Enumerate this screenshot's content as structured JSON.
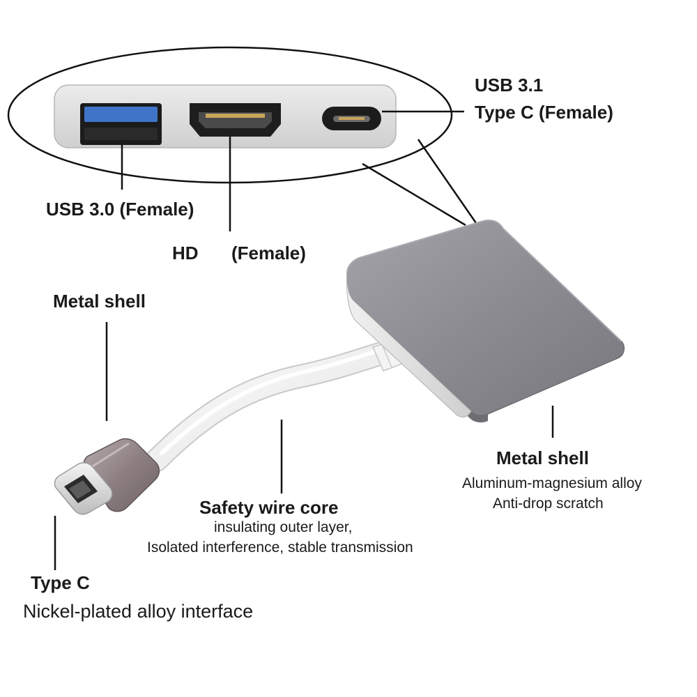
{
  "callout_top": {
    "usb31_line1": "USB 3.1",
    "usb31_line2": "Type C (Female)",
    "usb30": "USB 3.0 (Female)",
    "hd": "HD",
    "hd_female": "(Female)"
  },
  "cable_metal_shell": "Metal shell",
  "hub_metal_shell": {
    "title": "Metal shell",
    "line1": "Aluminum-magnesium alloy",
    "line2": "Anti-drop scratch"
  },
  "wire_core": {
    "title": "Safety wire core",
    "line1": "insulating outer layer,",
    "line2": "Isolated interference, stable transmission"
  },
  "type_c": {
    "title": "Type C",
    "line1": "Nickel-plated alloy interface"
  },
  "colors": {
    "hub_top": "#8e8e94",
    "hub_face": "#dcdcdc",
    "cable": "#f2f2f2",
    "usb_blue": "#3f74c8"
  }
}
